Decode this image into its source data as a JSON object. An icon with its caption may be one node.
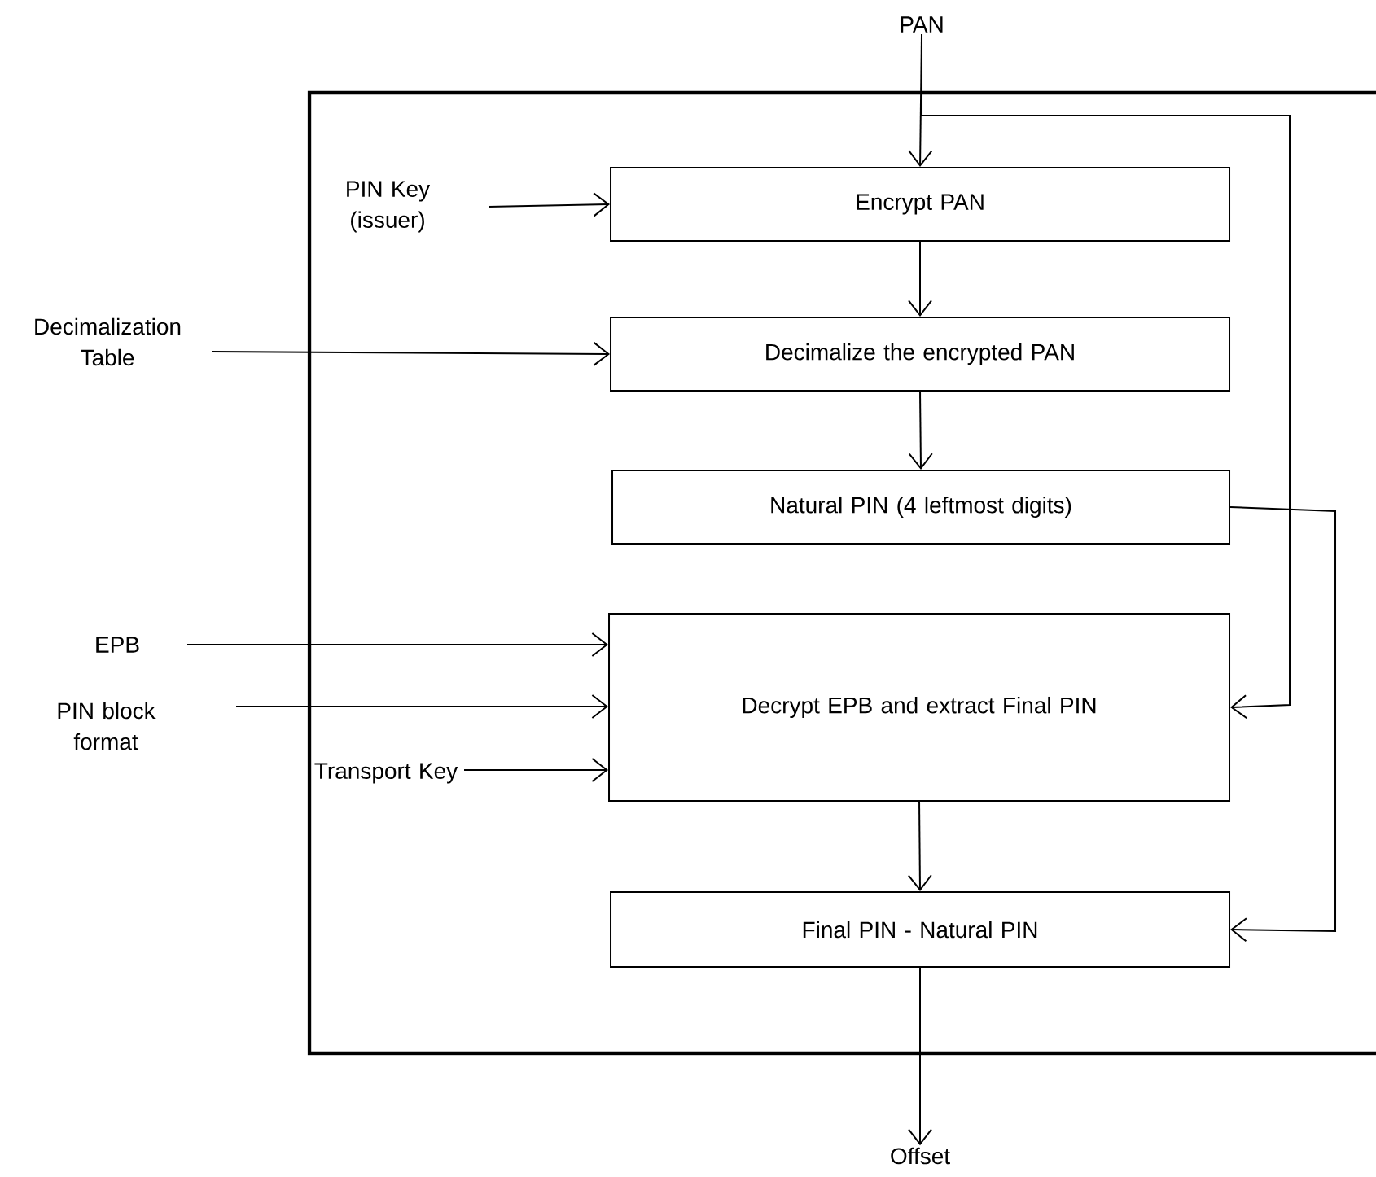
{
  "diagram": {
    "nodes": [
      {
        "text": [
          "PAN"
        ]
      },
      {
        "text": [
          "PIN Key (issuer)"
        ]
      },
      {
        "text": [
          "Encrypt PAN"
        ]
      },
      {
        "text": [
          "Decimalization Table"
        ]
      },
      {
        "text": [
          "Decimalize the encrypted PAN"
        ]
      },
      {
        "text": [
          "Natural PIN (4 leftmost digits)"
        ]
      },
      {
        "text": [
          "EPB"
        ]
      },
      {
        "text": [
          "PIN block format"
        ]
      },
      {
        "text": [
          "Transport Key"
        ]
      },
      {
        "text": [
          "Decrypt EPB and extract Final PIN"
        ]
      },
      {
        "text": [
          "Final PIN - Natural PIN"
        ]
      },
      {
        "text": [
          "Offset"
        ]
      }
    ],
    "edges": [
      {
        "from": 0,
        "to": 2,
        "arrow": "to"
      },
      {
        "from": 0,
        "to": 9,
        "arrow": "to"
      },
      {
        "from": 1,
        "to": 2,
        "arrow": "to"
      },
      {
        "from": 2,
        "to": 4,
        "arrow": "to"
      },
      {
        "from": 3,
        "to": 4,
        "arrow": "to"
      },
      {
        "from": 4,
        "to": 5,
        "arrow": "to"
      },
      {
        "from": 5,
        "to": 10,
        "arrow": "to"
      },
      {
        "from": 6,
        "to": 9,
        "arrow": "to"
      },
      {
        "from": 7,
        "to": 9,
        "arrow": "to"
      },
      {
        "from": 8,
        "to": 9,
        "arrow": "to"
      },
      {
        "from": 9,
        "to": 10,
        "arrow": "to"
      },
      {
        "from": 10,
        "to": 11,
        "arrow": "to"
      }
    ]
  }
}
